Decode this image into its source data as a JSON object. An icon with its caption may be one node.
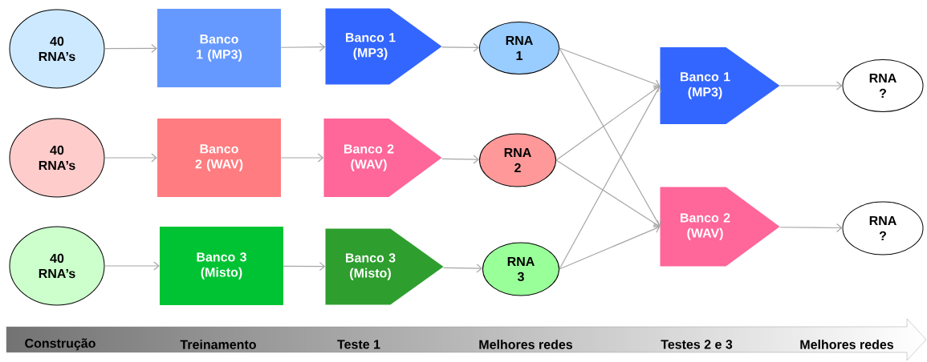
{
  "diagram": {
    "nodes": [
      {
        "text": [
          "40 RNA’s"
        ]
      },
      {
        "text": [
          "Banco 1 (MP3)"
        ]
      },
      {
        "text": [
          "Banco 1 (MP3)"
        ]
      },
      {
        "text": [
          "RNA 1"
        ]
      },
      {
        "text": [
          "40 RNA’s"
        ]
      },
      {
        "text": [
          "Banco 2 (WAV)"
        ]
      },
      {
        "text": [
          "Banco 2 (WAV)"
        ]
      },
      {
        "text": [
          "RNA 2"
        ]
      },
      {
        "text": [
          "40 RNA’s"
        ]
      },
      {
        "text": [
          "Banco 3 (Misto)"
        ]
      },
      {
        "text": [
          "Banco 3 (Misto)"
        ]
      },
      {
        "text": [
          "RNA 3"
        ]
      },
      {
        "text": [
          "Banco 1 (MP3)"
        ]
      },
      {
        "text": [
          "RNA ?"
        ]
      },
      {
        "text": [
          "Banco 2 (WAV)"
        ]
      },
      {
        "text": [
          "RNA ?"
        ]
      }
    ],
    "edges": [
      {
        "from": 0,
        "to": 1,
        "arrow": "to"
      },
      {
        "from": 1,
        "to": 2,
        "arrow": "to"
      },
      {
        "from": 2,
        "to": 3,
        "arrow": "to"
      },
      {
        "from": 4,
        "to": 5,
        "arrow": "to"
      },
      {
        "from": 5,
        "to": 6,
        "arrow": "to"
      },
      {
        "from": 6,
        "to": 7,
        "arrow": "to"
      },
      {
        "from": 8,
        "to": 9,
        "arrow": "to"
      },
      {
        "from": 9,
        "to": 10,
        "arrow": "to"
      },
      {
        "from": 10,
        "to": 11,
        "arrow": "to"
      },
      {
        "from": 3,
        "to": 12,
        "arrow": "to"
      },
      {
        "from": 3,
        "to": 14,
        "arrow": "to"
      },
      {
        "from": 7,
        "to": 12,
        "arrow": "to"
      },
      {
        "from": 7,
        "to": 14,
        "arrow": "to"
      },
      {
        "from": 11,
        "to": 12,
        "arrow": "to"
      },
      {
        "from": 11,
        "to": 14,
        "arrow": "to"
      },
      {
        "from": 12,
        "to": 13,
        "arrow": "to"
      },
      {
        "from": 14,
        "to": 15,
        "arrow": "to"
      }
    ],
    "labels": [
      "Construção",
      "Treinamento",
      "Teste  1",
      "Melhores redes",
      "Testes 2 e 3",
      "Melhores redes"
    ]
  }
}
